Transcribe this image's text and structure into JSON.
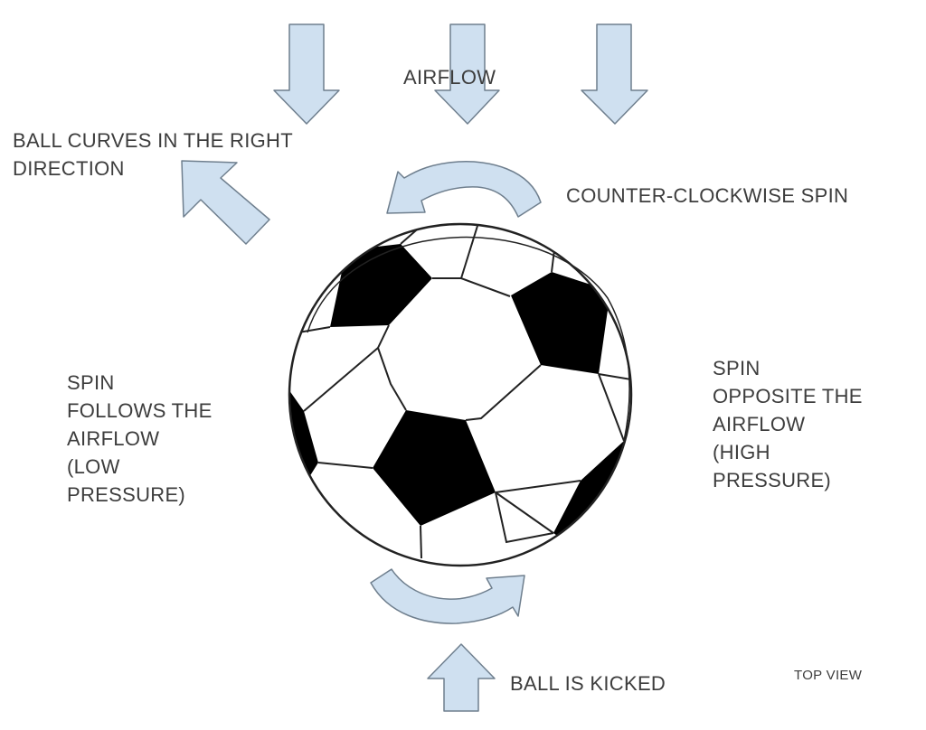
{
  "labels": {
    "airflow": "AIRFLOW",
    "ball_curves": [
      "BALL CURVES IN THE RIGHT",
      "DIRECTION"
    ],
    "counter_clockwise_spin": "COUNTER-CLOCKWISE SPIN",
    "low_pressure_side": [
      "SPIN",
      "FOLLOWS THE",
      "AIRFLOW",
      "(LOW",
      "PRESSURE)"
    ],
    "high_pressure_side": [
      "SPIN",
      "OPPOSITE THE",
      "AIRFLOW",
      "(HIGH",
      "PRESSURE)"
    ],
    "ball_kicked": "BALL IS KICKED",
    "top_view": "TOP VIEW"
  },
  "colors": {
    "arrow_fill": "#cfe0f0",
    "arrow_stroke": "#6f7f8e",
    "text": "#3d3d3d",
    "ball_panel_dark": "#000000",
    "ball_panel_light": "#ffffff"
  },
  "icons": {
    "airflow_arrows": "down-arrow-icon",
    "curve_arrow": "diagonal-up-left-arrow-icon",
    "spin_arrows": "curved-arrow-icon",
    "kick_arrow": "up-arrow-icon",
    "ball": "soccer-ball-icon"
  }
}
